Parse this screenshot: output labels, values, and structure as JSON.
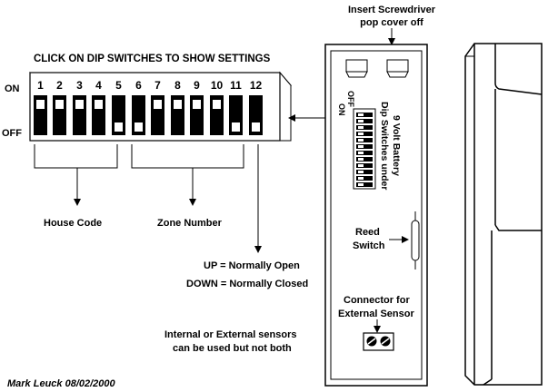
{
  "header": {
    "instruction": "CLICK ON DIP SWITCHES TO SHOW SETTINGS",
    "insert_line1": "Insert Screwdriver",
    "insert_line2": "pop cover off"
  },
  "dip": {
    "on_label": "ON",
    "off_label": "OFF",
    "switches": [
      {
        "n": "1",
        "state": "on"
      },
      {
        "n": "2",
        "state": "on"
      },
      {
        "n": "3",
        "state": "on"
      },
      {
        "n": "4",
        "state": "on"
      },
      {
        "n": "5",
        "state": "off"
      },
      {
        "n": "6",
        "state": "off"
      },
      {
        "n": "7",
        "state": "on"
      },
      {
        "n": "8",
        "state": "on"
      },
      {
        "n": "9",
        "state": "on"
      },
      {
        "n": "10",
        "state": "on"
      },
      {
        "n": "11",
        "state": "off"
      },
      {
        "n": "12",
        "state": "off"
      }
    ]
  },
  "labels": {
    "house_code": "House Code",
    "zone_number": "Zone Number",
    "up_label": "UP = Normally Open",
    "down_label": "DOWN = Normally Closed",
    "sensors_line1": "Internal or External sensors",
    "sensors_line2": "can be used but not both",
    "author": "Mark Leuck   08/02/2000"
  },
  "device": {
    "on_small": "ON",
    "off_small": "OFF",
    "battery_line1": "Dip Switches under",
    "battery_line2": "9 Volt Battery",
    "reed_line1": "Reed",
    "reed_line2": "Switch",
    "connector_line1": "Connector for",
    "connector_line2": "External Sensor"
  }
}
